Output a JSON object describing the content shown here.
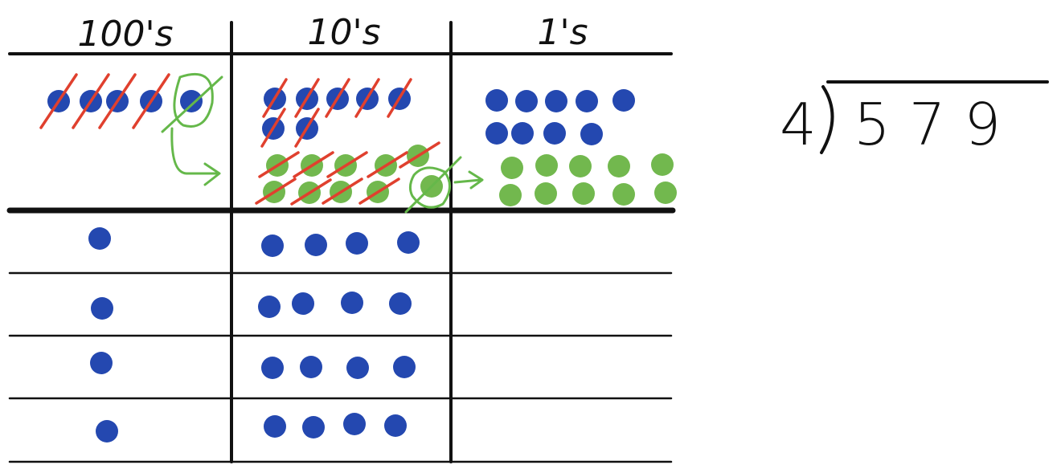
{
  "colors": {
    "ink": "#111111",
    "blue_disc": "#2448b0",
    "green_disc": "#72b84e",
    "cross_out": "#e0402e",
    "green_mark": "#65b84a"
  },
  "place_value_chart": {
    "columns": [
      {
        "header": "100's",
        "start_count": 5,
        "crossed_out": 4,
        "traded_down": 1
      },
      {
        "header": "10's",
        "start_count": 7,
        "regrouped_in": 10,
        "crossed_out": 16,
        "traded_down": 1
      },
      {
        "header": "1's",
        "start_count": 9,
        "regrouped_in": 10
      }
    ],
    "groups": [
      {
        "row": 1,
        "hundreds": 1,
        "tens": 4,
        "ones": 0
      },
      {
        "row": 2,
        "hundreds": 1,
        "tens": 4,
        "ones": 0
      },
      {
        "row": 3,
        "hundreds": 1,
        "tens": 4,
        "ones": 0
      },
      {
        "row": 4,
        "hundreds": 1,
        "tens": 4,
        "ones": 0
      }
    ]
  },
  "long_division": {
    "divisor": "4",
    "dividend": "5 7 9"
  }
}
